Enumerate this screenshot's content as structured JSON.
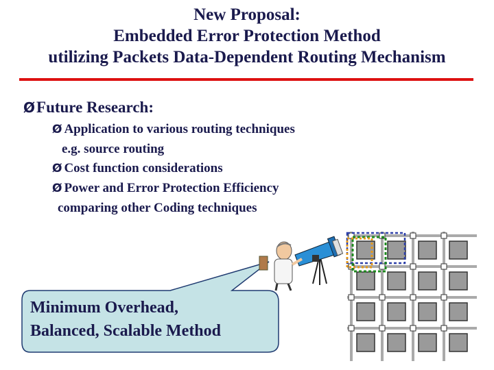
{
  "title": {
    "line1": "New Proposal:",
    "line2": "Embedded Error Protection Method",
    "line3": "utilizing Packets Data-Dependent Routing Mechanism"
  },
  "main_bullet": {
    "marker": "Ø",
    "label": "Future Research:"
  },
  "sub_bullets": [
    {
      "marker": "Ø",
      "text": "Application to various routing techniques",
      "continuation": "e.g. source routing"
    },
    {
      "marker": "Ø",
      "text": "Cost function considerations",
      "continuation": ""
    },
    {
      "marker": "Ø",
      "text": "Power and Error Protection Efficiency",
      "continuation": "comparing other Coding techniques"
    }
  ],
  "callout": {
    "line1": "Minimum Overhead,",
    "line2": "Balanced, Scalable Method"
  },
  "colors": {
    "text": "#1a1a4d",
    "rule": "#dd1111",
    "callout_fill": "#c5e3e6",
    "grid_cell": "#9a9a9a",
    "highlight_blue": "#2d3fa8",
    "highlight_green": "#1e8a1e",
    "highlight_orange": "#e69a1a"
  },
  "icons": [
    "scientist-with-telescope-illustration",
    "mesh-network-grid-diagram"
  ]
}
